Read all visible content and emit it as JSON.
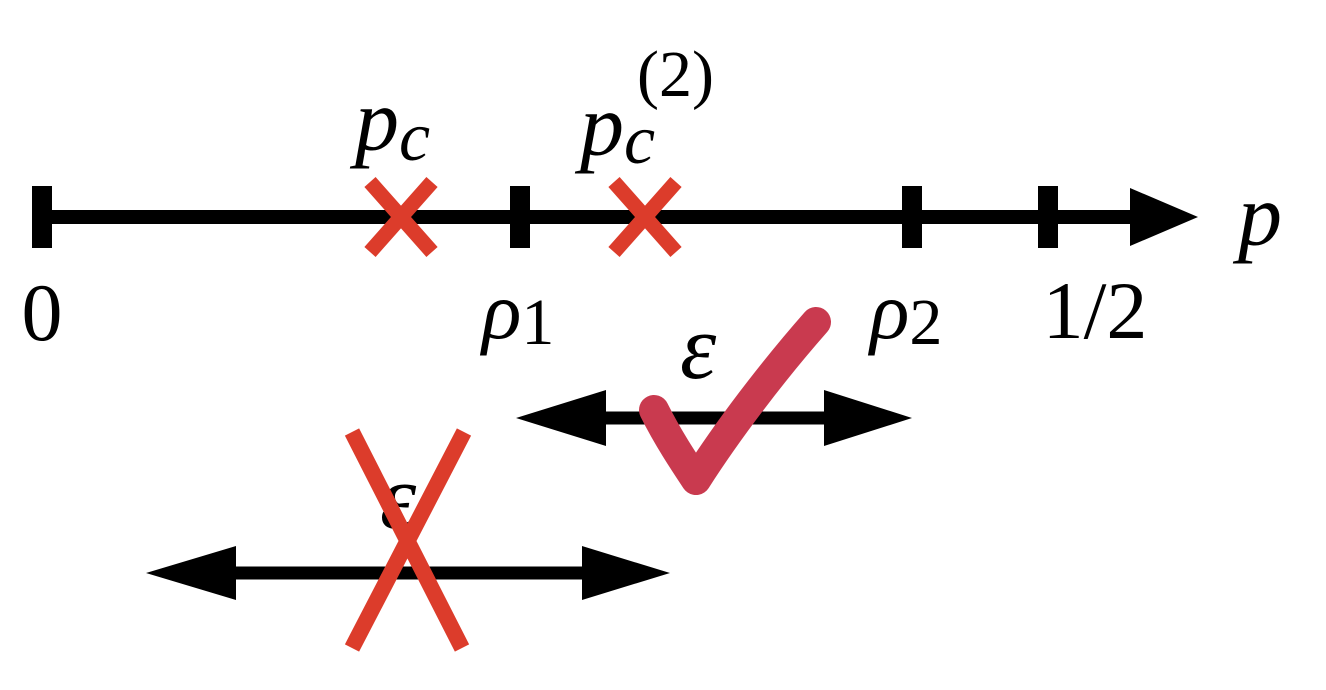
{
  "axis": {
    "variable": "p",
    "ticks": [
      {
        "key": "zero",
        "label": "0"
      },
      {
        "key": "rho1",
        "symbol": "ρ",
        "subscript": "1"
      },
      {
        "key": "rho2",
        "symbol": "ρ",
        "subscript": "2"
      },
      {
        "key": "half",
        "label": "1/2"
      }
    ]
  },
  "critical_points": [
    {
      "key": "pc",
      "symbol": "p",
      "subscript": "c",
      "superscript": ""
    },
    {
      "key": "pc2",
      "symbol": "p",
      "subscript": "c",
      "superscript": "(2)"
    }
  ],
  "intervals": [
    {
      "key": "valid",
      "symbol": "ε",
      "status": "accepted",
      "mark": "check-icon"
    },
    {
      "key": "invalid",
      "symbol": "ε",
      "status": "rejected",
      "mark": "cross-icon"
    }
  ],
  "colors": {
    "axis": "#000000",
    "critical_marker": "#dc3c2b",
    "check": "#c93a4f",
    "reject_cross": "#dc3c2b"
  }
}
